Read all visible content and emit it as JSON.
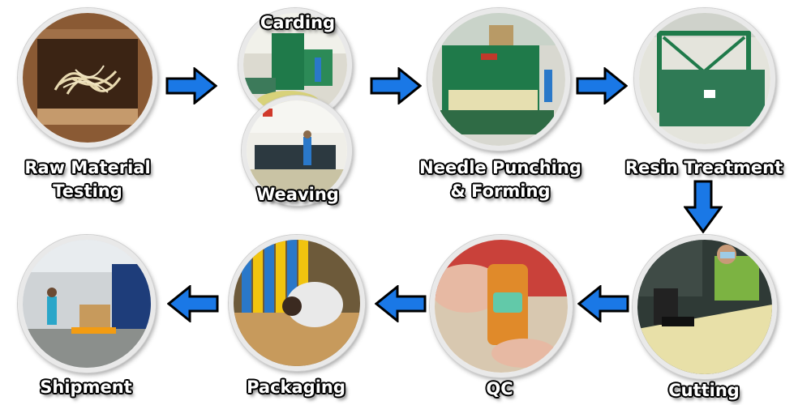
{
  "steps": [
    {
      "id": "raw-material-testing",
      "label": "Raw Material\nTesting"
    },
    {
      "id": "carding",
      "label": "Carding"
    },
    {
      "id": "weaving",
      "label": "Weaving"
    },
    {
      "id": "needle-punching-forming",
      "label": "Needle Punching\n& Forming"
    },
    {
      "id": "resin-treatment",
      "label": "Resin Treatment"
    },
    {
      "id": "cutting",
      "label": "Cutting"
    },
    {
      "id": "qc",
      "label": "QC"
    },
    {
      "id": "packaging",
      "label": "Packaging"
    },
    {
      "id": "shipment",
      "label": "Shipment"
    }
  ],
  "colors": {
    "arrow_fill": "#1a78e6",
    "arrow_outline": "#000000",
    "label_text": "#ffffff",
    "label_outline": "#000000",
    "circle_border": "#e9e9e9"
  },
  "icons": {
    "arrow-right": "arrow-right-icon",
    "arrow-left": "arrow-left-icon",
    "arrow-down": "arrow-down-icon"
  }
}
